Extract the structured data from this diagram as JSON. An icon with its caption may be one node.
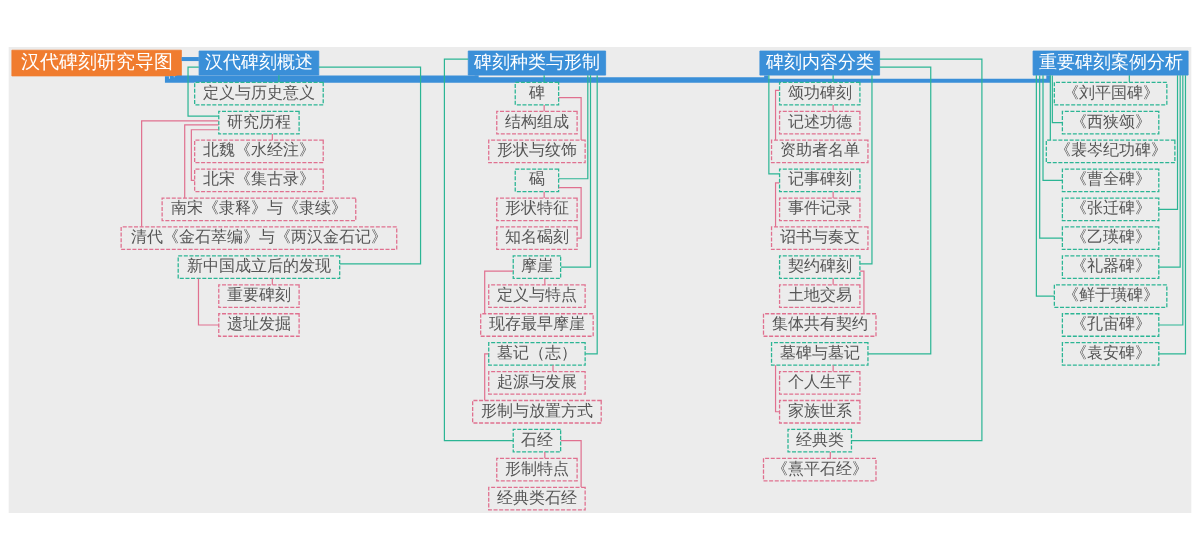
{
  "diagram": {
    "nodes": [
      {
        "text": [
          "汉代碑刻研究导图"
        ]
      },
      {
        "text": [
          "汉代碑刻概述"
        ]
      },
      {
        "text": [
          "定义与历史意义"
        ]
      },
      {
        "text": [
          "研究历程"
        ]
      },
      {
        "text": [
          "北魏《水经注》"
        ]
      },
      {
        "text": [
          "北宋《集古录》"
        ]
      },
      {
        "text": [
          "南宋《隶释》与《隶续》"
        ]
      },
      {
        "text": [
          "清代《金石萃编》与《两汉金石记》"
        ]
      },
      {
        "text": [
          "新中国成立后的发现"
        ]
      },
      {
        "text": [
          "重要碑刻"
        ]
      },
      {
        "text": [
          "遗址发掘"
        ]
      },
      {
        "text": [
          "碑刻种类与形制"
        ]
      },
      {
        "text": [
          "碑"
        ]
      },
      {
        "text": [
          "结构组成"
        ]
      },
      {
        "text": [
          "形状与纹饰"
        ]
      },
      {
        "text": [
          "碣"
        ]
      },
      {
        "text": [
          "形状特征"
        ]
      },
      {
        "text": [
          "知名碣刻"
        ]
      },
      {
        "text": [
          "摩崖"
        ]
      },
      {
        "text": [
          "定义与特点"
        ]
      },
      {
        "text": [
          "现存最早摩崖"
        ]
      },
      {
        "text": [
          "墓记（志）"
        ]
      },
      {
        "text": [
          "起源与发展"
        ]
      },
      {
        "text": [
          "形制与放置方式"
        ]
      },
      {
        "text": [
          "石经"
        ]
      },
      {
        "text": [
          "形制特点"
        ]
      },
      {
        "text": [
          "经典类石经"
        ]
      },
      {
        "text": [
          "碑刻内容分类"
        ]
      },
      {
        "text": [
          "颂功碑刻"
        ]
      },
      {
        "text": [
          "记述功德"
        ]
      },
      {
        "text": [
          "资助者名单"
        ]
      },
      {
        "text": [
          "记事碑刻"
        ]
      },
      {
        "text": [
          "事件记录"
        ]
      },
      {
        "text": [
          "诏书与奏文"
        ]
      },
      {
        "text": [
          "契约碑刻"
        ]
      },
      {
        "text": [
          "土地交易"
        ]
      },
      {
        "text": [
          "集体共有契约"
        ]
      },
      {
        "text": [
          "墓碑与墓记"
        ]
      },
      {
        "text": [
          "个人生平"
        ]
      },
      {
        "text": [
          "家族世系"
        ]
      },
      {
        "text": [
          "经典类"
        ]
      },
      {
        "text": [
          "《熹平石经》"
        ]
      },
      {
        "text": [
          "重要碑刻案例分析"
        ]
      },
      {
        "text": [
          "《刘平国碑》"
        ]
      },
      {
        "text": [
          "《西狭颂》"
        ]
      },
      {
        "text": [
          "《裴岑纪功碑》"
        ]
      },
      {
        "text": [
          "《曹全碑》"
        ]
      },
      {
        "text": [
          "《张迁碑》"
        ]
      },
      {
        "text": [
          "《乙瑛碑》"
        ]
      },
      {
        "text": [
          "《礼器碑》"
        ]
      },
      {
        "text": [
          "《鲜于璜碑》"
        ]
      },
      {
        "text": [
          "《孔宙碑》"
        ]
      },
      {
        "text": [
          "《袁安碑》"
        ]
      }
    ],
    "edges": [
      {
        "from": 0,
        "to": 1,
        "arrow": "none",
        "style": "thick",
        "color": "#3a8fd8"
      },
      {
        "from": 1,
        "to": 2,
        "arrow": "none",
        "color": "#2bb594"
      },
      {
        "from": 1,
        "to": 3,
        "arrow": "none",
        "color": "#2bb594"
      },
      {
        "from": 3,
        "to": 4,
        "arrow": "none",
        "color": "#e0708f"
      },
      {
        "from": 3,
        "to": 5,
        "arrow": "none",
        "color": "#e0708f"
      },
      {
        "from": 3,
        "to": 6,
        "arrow": "none",
        "color": "#e0708f"
      },
      {
        "from": 3,
        "to": 7,
        "arrow": "none",
        "color": "#e0708f"
      },
      {
        "from": 1,
        "to": 8,
        "arrow": "none",
        "color": "#2bb594"
      },
      {
        "from": 8,
        "to": 9,
        "arrow": "none",
        "color": "#e0708f"
      },
      {
        "from": 8,
        "to": 10,
        "arrow": "none",
        "color": "#e0708f"
      },
      {
        "from": 0,
        "to": 11,
        "arrow": "none",
        "style": "thick",
        "color": "#3a8fd8"
      },
      {
        "from": 11,
        "to": 12,
        "arrow": "none",
        "color": "#2bb594"
      },
      {
        "from": 12,
        "to": 13,
        "arrow": "none",
        "color": "#e0708f"
      },
      {
        "from": 12,
        "to": 14,
        "arrow": "none",
        "color": "#e0708f"
      },
      {
        "from": 11,
        "to": 15,
        "arrow": "none",
        "color": "#2bb594"
      },
      {
        "from": 15,
        "to": 16,
        "arrow": "none",
        "color": "#e0708f"
      },
      {
        "from": 15,
        "to": 17,
        "arrow": "none",
        "color": "#e0708f"
      },
      {
        "from": 11,
        "to": 18,
        "arrow": "none",
        "color": "#2bb594"
      },
      {
        "from": 18,
        "to": 19,
        "arrow": "none",
        "color": "#e0708f"
      },
      {
        "from": 18,
        "to": 20,
        "arrow": "none",
        "color": "#e0708f"
      },
      {
        "from": 11,
        "to": 21,
        "arrow": "none",
        "color": "#2bb594"
      },
      {
        "from": 21,
        "to": 22,
        "arrow": "none",
        "color": "#e0708f"
      },
      {
        "from": 21,
        "to": 23,
        "arrow": "none",
        "color": "#e0708f"
      },
      {
        "from": 11,
        "to": 24,
        "arrow": "none",
        "color": "#2bb594"
      },
      {
        "from": 24,
        "to": 25,
        "arrow": "none",
        "color": "#e0708f"
      },
      {
        "from": 24,
        "to": 26,
        "arrow": "none",
        "color": "#e0708f"
      },
      {
        "from": 0,
        "to": 27,
        "arrow": "none",
        "style": "thick",
        "color": "#3a8fd8"
      },
      {
        "from": 27,
        "to": 28,
        "arrow": "none",
        "color": "#2bb594"
      },
      {
        "from": 28,
        "to": 29,
        "arrow": "none",
        "color": "#e0708f"
      },
      {
        "from": 28,
        "to": 30,
        "arrow": "none",
        "color": "#e0708f"
      },
      {
        "from": 27,
        "to": 31,
        "arrow": "none",
        "color": "#2bb594"
      },
      {
        "from": 31,
        "to": 32,
        "arrow": "none",
        "color": "#e0708f"
      },
      {
        "from": 31,
        "to": 33,
        "arrow": "none",
        "color": "#e0708f"
      },
      {
        "from": 27,
        "to": 34,
        "arrow": "none",
        "color": "#2bb594"
      },
      {
        "from": 34,
        "to": 35,
        "arrow": "none",
        "color": "#e0708f"
      },
      {
        "from": 34,
        "to": 36,
        "arrow": "none",
        "color": "#e0708f"
      },
      {
        "from": 27,
        "to": 37,
        "arrow": "none",
        "color": "#2bb594"
      },
      {
        "from": 37,
        "to": 38,
        "arrow": "none",
        "color": "#e0708f"
      },
      {
        "from": 37,
        "to": 39,
        "arrow": "none",
        "color": "#e0708f"
      },
      {
        "from": 27,
        "to": 40,
        "arrow": "none",
        "color": "#2bb594"
      },
      {
        "from": 40,
        "to": 41,
        "arrow": "none",
        "color": "#e0708f"
      },
      {
        "from": 0,
        "to": 42,
        "arrow": "none",
        "style": "thick",
        "color": "#3a8fd8"
      },
      {
        "from": 42,
        "to": 43,
        "arrow": "none",
        "color": "#2bb594"
      },
      {
        "from": 42,
        "to": 44,
        "arrow": "none",
        "color": "#2bb594"
      },
      {
        "from": 42,
        "to": 45,
        "arrow": "none",
        "color": "#2bb594"
      },
      {
        "from": 42,
        "to": 46,
        "arrow": "none",
        "color": "#2bb594"
      },
      {
        "from": 42,
        "to": 47,
        "arrow": "none",
        "color": "#2bb594"
      },
      {
        "from": 42,
        "to": 48,
        "arrow": "none",
        "color": "#2bb594"
      },
      {
        "from": 42,
        "to": 49,
        "arrow": "none",
        "color": "#2bb594"
      },
      {
        "from": 42,
        "to": 50,
        "arrow": "none",
        "color": "#2bb594"
      },
      {
        "from": 42,
        "to": 51,
        "arrow": "none",
        "color": "#2bb594"
      },
      {
        "from": 42,
        "to": 52,
        "arrow": "none",
        "color": "#2bb594"
      }
    ]
  }
}
